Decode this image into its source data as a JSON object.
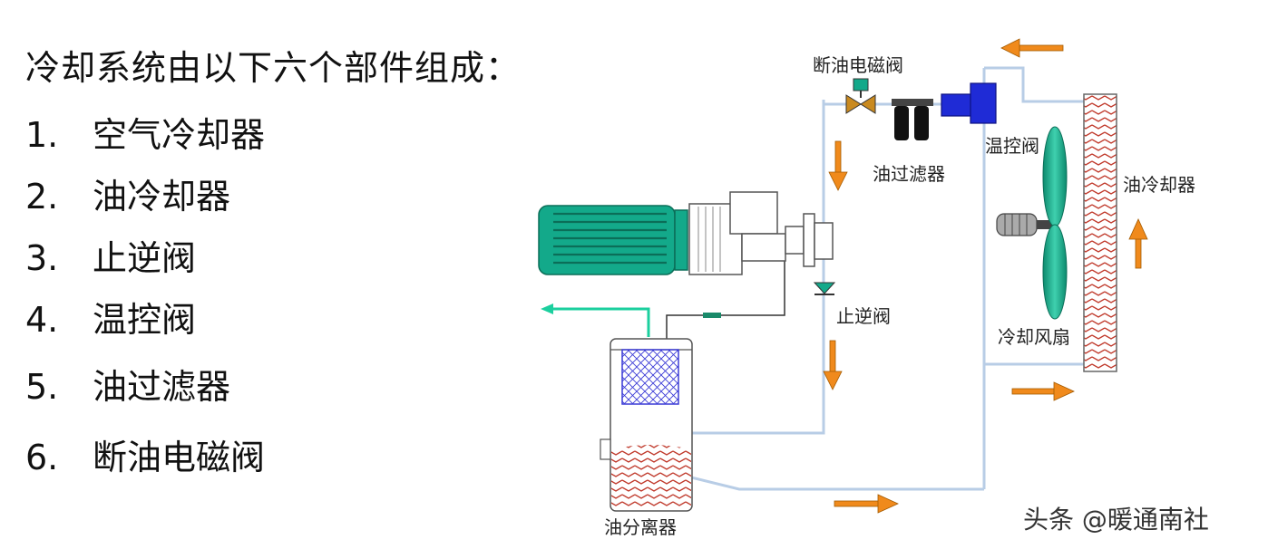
{
  "title": "冷却系统由以下六个部件组成：",
  "components": [
    {
      "num": "1.",
      "name": "空气冷却器"
    },
    {
      "num": "2.",
      "name": "油冷却器"
    },
    {
      "num": "3.",
      "name": "止逆阀"
    },
    {
      "num": "4.",
      "name": "温控阀"
    },
    {
      "num": "5.",
      "name": "油过滤器"
    },
    {
      "num": "6.",
      "name": "断油电磁阀"
    }
  ],
  "diagram_labels": {
    "solenoid_valve": "断油电磁阀",
    "oil_filter": "油过滤器",
    "thermostatic_valve": "温控阀",
    "oil_cooler": "油冷却器",
    "check_valve": "止逆阀",
    "cooling_fan": "冷却风扇",
    "oil_separator": "油分离器"
  },
  "watermark": "头条 @暖通南社",
  "colors": {
    "pipe": "#b8cde6",
    "arrow": "#f08a1c",
    "motor": "#13a98a",
    "hatch": "#c0392b",
    "filter_blue": "#1f2bd6"
  }
}
